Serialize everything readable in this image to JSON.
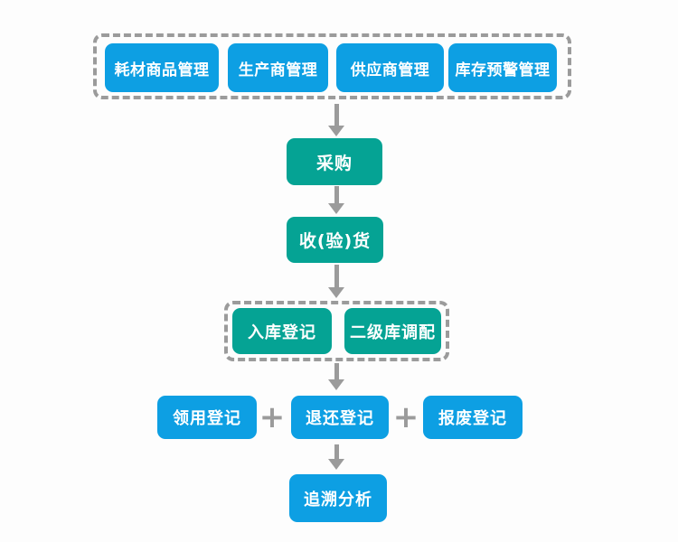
{
  "diagram": {
    "management_group": {
      "items": [
        {
          "label": "耗材商品管理"
        },
        {
          "label": "生产商管理"
        },
        {
          "label": "供应商管理"
        },
        {
          "label": "库存预警管理"
        }
      ]
    },
    "purchase": {
      "label": "采购"
    },
    "receiving": {
      "label": "收(验)货"
    },
    "warehouse_group": {
      "items": [
        {
          "label": "入库登记"
        },
        {
          "label": "二级库调配"
        }
      ]
    },
    "usage_row": {
      "items": [
        {
          "label": "领用登记"
        },
        {
          "label": "退还登记"
        },
        {
          "label": "报废登记"
        }
      ],
      "separator": "+"
    },
    "trace": {
      "label": "追溯分析"
    }
  },
  "colors": {
    "node_blue": "#0d9fe3",
    "node_teal": "#05a394",
    "connector_gray": "#9b9b9b",
    "background": "#fdfdfd"
  }
}
